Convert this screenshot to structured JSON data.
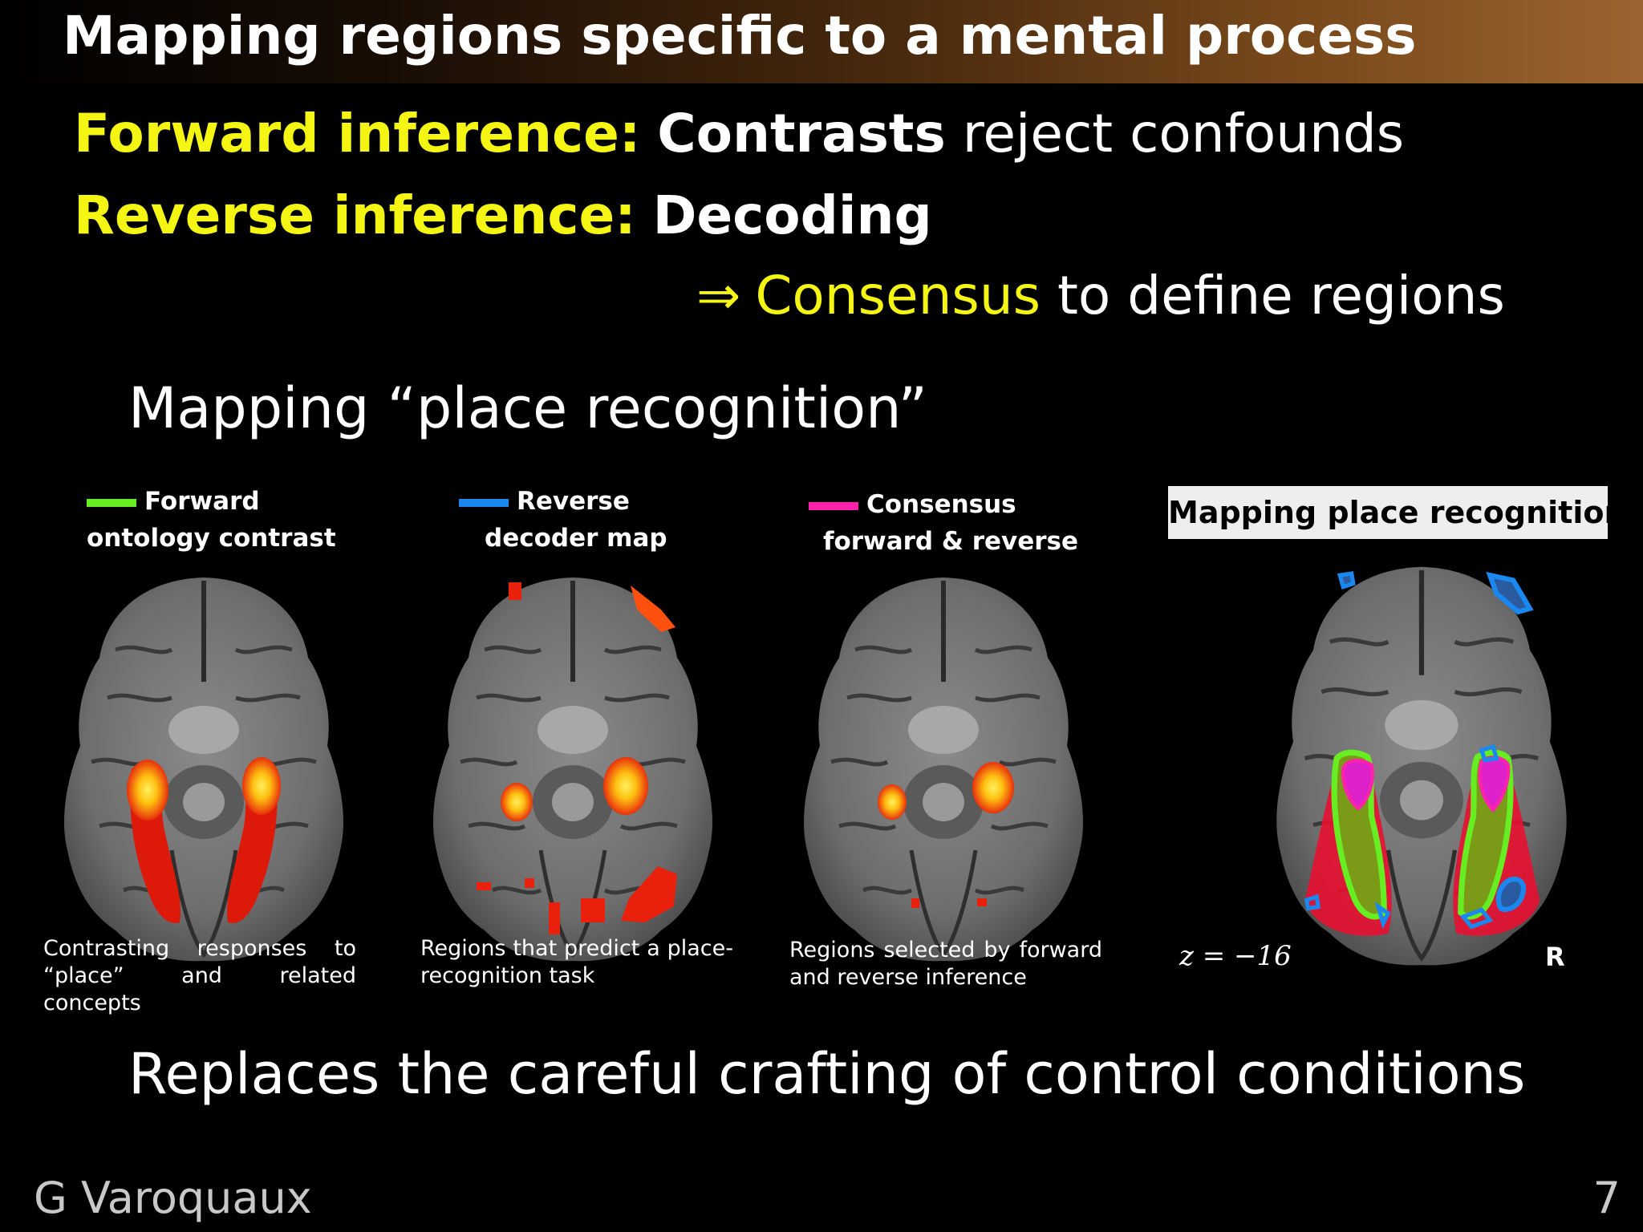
{
  "slide": {
    "title": "Mapping regions specific to a mental process",
    "lines": {
      "forward_label": "Forward inference:",
      "forward_bold": "Contrasts",
      "forward_rest": "reject confounds",
      "reverse_label": "Reverse inference:",
      "reverse_bold": "Decoding",
      "implies_arrow": "⇒",
      "consensus_word": "Consensus",
      "consensus_rest": "to define regions"
    },
    "subtitle": "Mapping “place recognition”",
    "bottom_line": "Replaces the careful crafting of control conditions",
    "author": "G Varoquaux",
    "page_number": "7"
  },
  "figure": {
    "colors": {
      "forward": "#66ee22",
      "reverse": "#1a88ee",
      "consensus": "#ff22aa",
      "activation_hot": "#ffe020",
      "activation_mid": "#ff7a10",
      "activation_low": "#dd1a0a"
    },
    "panels": [
      {
        "legend_line1": "Forward",
        "legend_line2": "ontology contrast",
        "caption": "Contrasting responses to “place” and related concepts"
      },
      {
        "legend_line1": "Reverse",
        "legend_line2": "decoder map",
        "caption": "Regions that predict a place-recognition task"
      },
      {
        "legend_line1": "Consensus",
        "legend_line2": "forward & reverse",
        "caption": "Regions selected by forward and reverse inference"
      }
    ],
    "summary_panel": {
      "label": "Mapping place recognition",
      "slice_label": "z = −16",
      "orientation": "R"
    }
  }
}
